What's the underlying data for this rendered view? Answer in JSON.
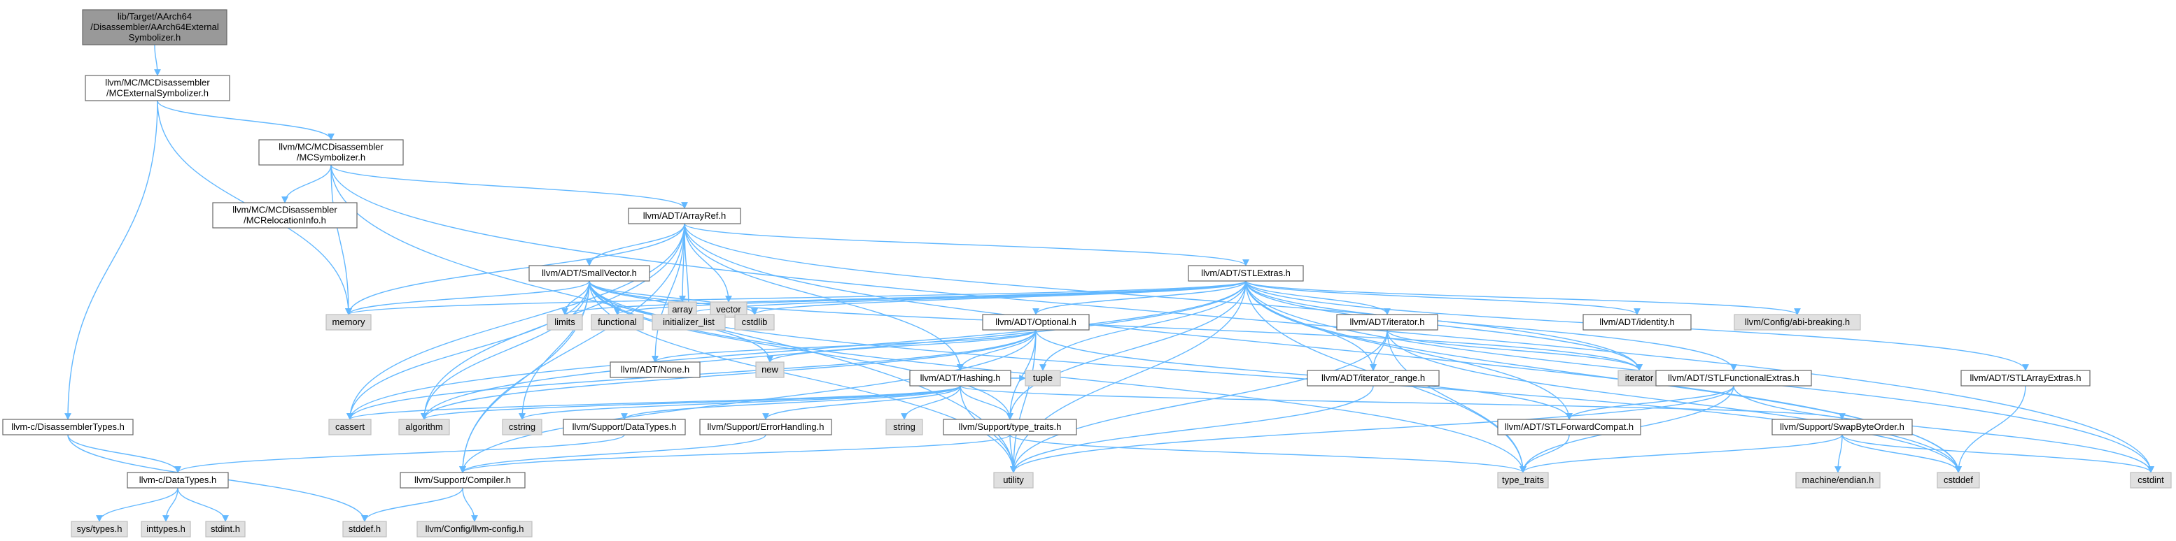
{
  "colors": {
    "edge": "#63b8ff",
    "node_fill": "#ffffff",
    "node_stroke": "#666666",
    "root_fill": "#999999",
    "root_stroke": "#666666",
    "ext_fill": "#e0e0e0",
    "ext_stroke": "#bfbfbf"
  },
  "nodes": [
    {
      "id": "root",
      "lines": [
        "lib/Target/AArch64",
        "/Disassembler/AArch64External",
        "Symbolizer.h"
      ],
      "kind": "root"
    },
    {
      "id": "mcext",
      "lines": [
        "llvm/MC/MCDisassembler",
        "/MCExternalSymbolizer.h"
      ],
      "kind": "file"
    },
    {
      "id": "mcsym",
      "lines": [
        "llvm/MC/MCDisassembler",
        "/MCSymbolizer.h"
      ],
      "kind": "file"
    },
    {
      "id": "mcreloc",
      "lines": [
        "llvm/MC/MCDisassembler",
        "/MCRelocationInfo.h"
      ],
      "kind": "file"
    },
    {
      "id": "arrayref",
      "lines": [
        "llvm/ADT/ArrayRef.h"
      ],
      "kind": "file"
    },
    {
      "id": "smallvec",
      "lines": [
        "llvm/ADT/SmallVector.h"
      ],
      "kind": "file"
    },
    {
      "id": "stlextras",
      "lines": [
        "llvm/ADT/STLExtras.h"
      ],
      "kind": "file"
    },
    {
      "id": "array",
      "lines": [
        "array"
      ],
      "kind": "ext"
    },
    {
      "id": "vector",
      "lines": [
        "vector"
      ],
      "kind": "ext"
    },
    {
      "id": "memory",
      "lines": [
        "memory"
      ],
      "kind": "ext"
    },
    {
      "id": "limits",
      "lines": [
        "limits"
      ],
      "kind": "ext"
    },
    {
      "id": "functional",
      "lines": [
        "functional"
      ],
      "kind": "ext"
    },
    {
      "id": "initlist",
      "lines": [
        "initializer_list"
      ],
      "kind": "ext"
    },
    {
      "id": "cstdlib",
      "lines": [
        "cstdlib"
      ],
      "kind": "ext"
    },
    {
      "id": "optional",
      "lines": [
        "llvm/ADT/Optional.h"
      ],
      "kind": "file"
    },
    {
      "id": "iterator_h",
      "lines": [
        "llvm/ADT/iterator.h"
      ],
      "kind": "file"
    },
    {
      "id": "identity",
      "lines": [
        "llvm/ADT/identity.h"
      ],
      "kind": "file"
    },
    {
      "id": "abibreak",
      "lines": [
        "llvm/Config/abi-breaking.h"
      ],
      "kind": "ext"
    },
    {
      "id": "new",
      "lines": [
        "new"
      ],
      "kind": "ext"
    },
    {
      "id": "none",
      "lines": [
        "llvm/ADT/None.h"
      ],
      "kind": "file"
    },
    {
      "id": "hashing",
      "lines": [
        "llvm/ADT/Hashing.h"
      ],
      "kind": "file"
    },
    {
      "id": "iterrange",
      "lines": [
        "llvm/ADT/iterator_range.h"
      ],
      "kind": "file"
    },
    {
      "id": "iterator",
      "lines": [
        "iterator"
      ],
      "kind": "ext"
    },
    {
      "id": "stlfunc",
      "lines": [
        "llvm/ADT/STLFunctionalExtras.h"
      ],
      "kind": "file"
    },
    {
      "id": "stlarray",
      "lines": [
        "llvm/ADT/STLArrayExtras.h"
      ],
      "kind": "file"
    },
    {
      "id": "cassert",
      "lines": [
        "cassert"
      ],
      "kind": "ext"
    },
    {
      "id": "algorithm",
      "lines": [
        "algorithm"
      ],
      "kind": "ext"
    },
    {
      "id": "cstring",
      "lines": [
        "cstring"
      ],
      "kind": "ext"
    },
    {
      "id": "datatypes",
      "lines": [
        "llvm/Support/DataTypes.h"
      ],
      "kind": "file"
    },
    {
      "id": "errhandling",
      "lines": [
        "llvm/Support/ErrorHandling.h"
      ],
      "kind": "file"
    },
    {
      "id": "string",
      "lines": [
        "string"
      ],
      "kind": "ext"
    },
    {
      "id": "typetraits_h",
      "lines": [
        "llvm/Support/type_traits.h"
      ],
      "kind": "file"
    },
    {
      "id": "tuple",
      "lines": [
        "tuple"
      ],
      "kind": "ext"
    },
    {
      "id": "stlfwd",
      "lines": [
        "llvm/ADT/STLForwardCompat.h"
      ],
      "kind": "file"
    },
    {
      "id": "swapbyte",
      "lines": [
        "llvm/Support/SwapByteOrder.h"
      ],
      "kind": "file"
    },
    {
      "id": "disasmtypes",
      "lines": [
        "llvm-c/DisassemblerTypes.h"
      ],
      "kind": "file"
    },
    {
      "id": "cdatatypes",
      "lines": [
        "llvm-c/DataTypes.h"
      ],
      "kind": "file"
    },
    {
      "id": "compiler",
      "lines": [
        "llvm/Support/Compiler.h"
      ],
      "kind": "file"
    },
    {
      "id": "utility",
      "lines": [
        "utility"
      ],
      "kind": "ext"
    },
    {
      "id": "type_traits",
      "lines": [
        "type_traits"
      ],
      "kind": "ext"
    },
    {
      "id": "cstddef",
      "lines": [
        "cstddef"
      ],
      "kind": "ext"
    },
    {
      "id": "cstdint",
      "lines": [
        "cstdint"
      ],
      "kind": "ext"
    },
    {
      "id": "machendian",
      "lines": [
        "machine/endian.h"
      ],
      "kind": "ext"
    },
    {
      "id": "systypes",
      "lines": [
        "sys/types.h"
      ],
      "kind": "ext"
    },
    {
      "id": "inttypes",
      "lines": [
        "inttypes.h"
      ],
      "kind": "ext"
    },
    {
      "id": "stdint",
      "lines": [
        "stdint.h"
      ],
      "kind": "ext"
    },
    {
      "id": "stddef",
      "lines": [
        "stddef.h"
      ],
      "kind": "ext"
    },
    {
      "id": "llvmconfig",
      "lines": [
        "llvm/Config/llvm-config.h"
      ],
      "kind": "ext"
    }
  ],
  "edges": [
    [
      "root",
      "mcext"
    ],
    [
      "mcext",
      "mcsym"
    ],
    [
      "mcext",
      "memory"
    ],
    [
      "mcext",
      "disasmtypes"
    ],
    [
      "mcsym",
      "mcreloc"
    ],
    [
      "mcsym",
      "arrayref"
    ],
    [
      "mcsym",
      "memory"
    ],
    [
      "mcsym",
      "utility"
    ],
    [
      "mcsym",
      "cstdint"
    ],
    [
      "arrayref",
      "smallvec"
    ],
    [
      "arrayref",
      "stlextras"
    ],
    [
      "arrayref",
      "array"
    ],
    [
      "arrayref",
      "vector"
    ],
    [
      "arrayref",
      "memory"
    ],
    [
      "arrayref",
      "initlist"
    ],
    [
      "arrayref",
      "hashing"
    ],
    [
      "arrayref",
      "none"
    ],
    [
      "arrayref",
      "compiler"
    ],
    [
      "arrayref",
      "cassert"
    ],
    [
      "arrayref",
      "algorithm"
    ],
    [
      "arrayref",
      "iterator"
    ],
    [
      "arrayref",
      "cstddef"
    ],
    [
      "smallvec",
      "memory"
    ],
    [
      "smallvec",
      "limits"
    ],
    [
      "smallvec",
      "functional"
    ],
    [
      "smallvec",
      "initlist"
    ],
    [
      "smallvec",
      "cstdlib"
    ],
    [
      "smallvec",
      "new"
    ],
    [
      "smallvec",
      "cassert"
    ],
    [
      "smallvec",
      "algorithm"
    ],
    [
      "smallvec",
      "cstring"
    ],
    [
      "smallvec",
      "compiler"
    ],
    [
      "smallvec",
      "type_traits"
    ],
    [
      "smallvec",
      "utility"
    ],
    [
      "smallvec",
      "iterator"
    ],
    [
      "smallvec",
      "cstddef"
    ],
    [
      "smallvec",
      "typetraits_h"
    ],
    [
      "stlextras",
      "memory"
    ],
    [
      "stlextras",
      "limits"
    ],
    [
      "stlextras",
      "functional"
    ],
    [
      "stlextras",
      "initlist"
    ],
    [
      "stlextras",
      "cstdlib"
    ],
    [
      "stlextras",
      "optional"
    ],
    [
      "stlextras",
      "iterator_h"
    ],
    [
      "stlextras",
      "identity"
    ],
    [
      "stlextras",
      "abibreak"
    ],
    [
      "stlextras",
      "iterrange"
    ],
    [
      "stlextras",
      "stlfunc"
    ],
    [
      "stlextras",
      "stlarray"
    ],
    [
      "stlextras",
      "stlfwd"
    ],
    [
      "stlextras",
      "tuple"
    ],
    [
      "stlextras",
      "utility"
    ],
    [
      "stlextras",
      "type_traits"
    ],
    [
      "stlextras",
      "cassert"
    ],
    [
      "stlextras",
      "algorithm"
    ],
    [
      "stlextras",
      "cstddef"
    ],
    [
      "stlextras",
      "cstdint"
    ],
    [
      "stlextras",
      "iterator"
    ],
    [
      "stlextras",
      "typetraits_h"
    ],
    [
      "optional",
      "none"
    ],
    [
      "optional",
      "new"
    ],
    [
      "optional",
      "hashing"
    ],
    [
      "optional",
      "stlfwd"
    ],
    [
      "optional",
      "typetraits_h"
    ],
    [
      "optional",
      "utility"
    ],
    [
      "optional",
      "cassert"
    ],
    [
      "optional",
      "algorithm"
    ],
    [
      "optional",
      "compiler"
    ],
    [
      "iterator_h",
      "iterrange"
    ],
    [
      "iterator_h",
      "iterator"
    ],
    [
      "iterator_h",
      "utility"
    ],
    [
      "iterator_h",
      "type_traits"
    ],
    [
      "iterator_h",
      "cstddef"
    ],
    [
      "iterrange",
      "utility"
    ],
    [
      "hashing",
      "errhandling"
    ],
    [
      "hashing",
      "datatypes"
    ],
    [
      "hashing",
      "swapbyte"
    ],
    [
      "hashing",
      "typetraits_h"
    ],
    [
      "hashing",
      "cassert"
    ],
    [
      "hashing",
      "algorithm"
    ],
    [
      "hashing",
      "cstring"
    ],
    [
      "hashing",
      "string"
    ],
    [
      "hashing",
      "tuple"
    ],
    [
      "hashing",
      "utility"
    ],
    [
      "stlfunc",
      "stlfwd"
    ],
    [
      "stlfunc",
      "type_traits"
    ],
    [
      "stlfunc",
      "utility"
    ],
    [
      "stlfunc",
      "cstdint"
    ],
    [
      "stlarray",
      "cstddef"
    ],
    [
      "stlfwd",
      "type_traits"
    ],
    [
      "swapbyte",
      "machendian"
    ],
    [
      "swapbyte",
      "type_traits"
    ],
    [
      "swapbyte",
      "cstddef"
    ],
    [
      "swapbyte",
      "cstdint"
    ],
    [
      "datatypes",
      "cdatatypes"
    ],
    [
      "errhandling",
      "compiler"
    ],
    [
      "typetraits_h",
      "utility"
    ],
    [
      "typetraits_h",
      "type_traits"
    ],
    [
      "typetraits_h",
      "compiler"
    ],
    [
      "disasmtypes",
      "cdatatypes"
    ],
    [
      "disasmtypes",
      "stddef"
    ],
    [
      "cdatatypes",
      "systypes"
    ],
    [
      "cdatatypes",
      "inttypes"
    ],
    [
      "cdatatypes",
      "stdint"
    ],
    [
      "compiler",
      "stddef"
    ],
    [
      "compiler",
      "llvmconfig"
    ]
  ]
}
